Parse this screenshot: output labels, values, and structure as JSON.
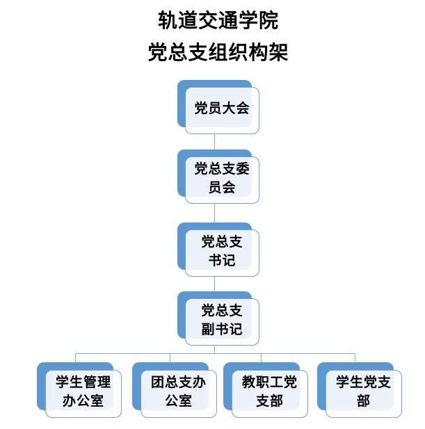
{
  "title": {
    "line1": "轨道交通学院",
    "line2": "党总支组织构架"
  },
  "colors": {
    "accent_blue": "#5B97D0",
    "box_border": "#6FA0D6",
    "box_fill": "rgba(255,255,255,0.88)",
    "connector": "#84ADDC",
    "text": "#000000",
    "background": "#FFFFFF"
  },
  "org_chart": {
    "type": "organization-chart",
    "chain": [
      {
        "id": "party-member-congress",
        "label": "党员大会",
        "lines": [
          "党员大会",
          ""
        ]
      },
      {
        "id": "party-general-branch-committee",
        "label": "党总支委员会",
        "lines": [
          "党总支委",
          "员会"
        ]
      },
      {
        "id": "party-branch-secretary",
        "label": "党总支书记",
        "lines": [
          "党总支",
          "书记"
        ]
      },
      {
        "id": "party-branch-deputy-secretary",
        "label": "党总支副书记",
        "lines": [
          "党总支",
          "副书记"
        ]
      }
    ],
    "children": [
      {
        "id": "student-management-office",
        "label": "学生管理办公室",
        "lines": [
          "学生管理",
          "办公室"
        ]
      },
      {
        "id": "youth-league-office",
        "label": "团总支办公室",
        "lines": [
          "团总支办",
          "公室"
        ]
      },
      {
        "id": "faculty-party-branch",
        "label": "教职工党支部",
        "lines": [
          "教职工党",
          "支部"
        ]
      },
      {
        "id": "student-party-branch",
        "label": "学生党支部",
        "lines": [
          "学生党支",
          "部"
        ]
      }
    ]
  }
}
